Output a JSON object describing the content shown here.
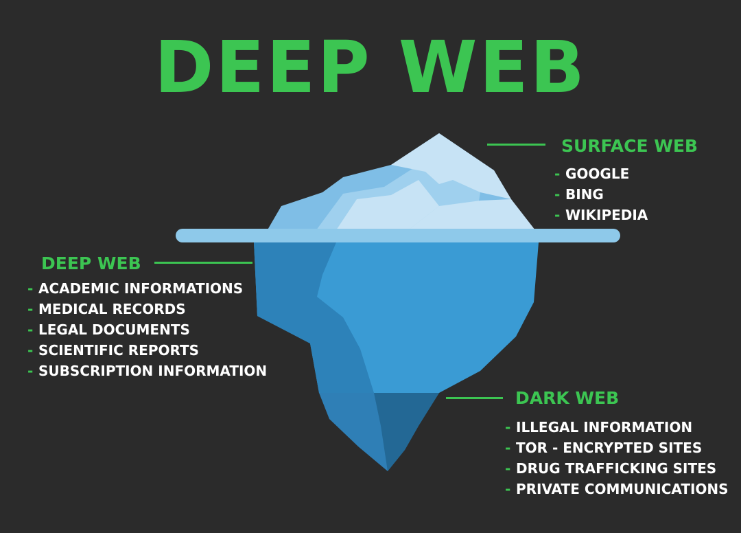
{
  "title": "DEEP WEB",
  "colors": {
    "background": "#2b2b2b",
    "accent_green": "#3cc552",
    "text_white": "#ffffff",
    "water_line": "#8ec9ea",
    "ice_top_light": "#c7e3f5",
    "ice_top_mid": "#9fd0ee",
    "ice_top_dark": "#7fbee6",
    "ice_under": "#3a9bd4",
    "ice_under_shade": "#2d82b9",
    "ice_deep": "#2f7fb6",
    "ice_deep_shade": "#236895"
  },
  "sections": {
    "surface": {
      "heading": "SURFACE WEB",
      "bullet": "-",
      "items": [
        "GOOGLE",
        "BING",
        "WIKIPEDIA"
      ]
    },
    "deep": {
      "heading": "DEEP WEB",
      "bullet": "-",
      "items": [
        "ACADEMIC INFORMATIONS",
        "MEDICAL RECORDS",
        "LEGAL DOCUMENTS",
        "SCIENTIFIC REPORTS",
        "SUBSCRIPTION INFORMATION"
      ]
    },
    "dark": {
      "heading": "DARK WEB",
      "bullet": "-",
      "items": [
        "ILLEGAL INFORMATION",
        "TOR - ENCRYPTED SITES",
        "DRUG TRAFFICKING SITES",
        "PRIVATE COMMUNICATIONS"
      ]
    }
  }
}
